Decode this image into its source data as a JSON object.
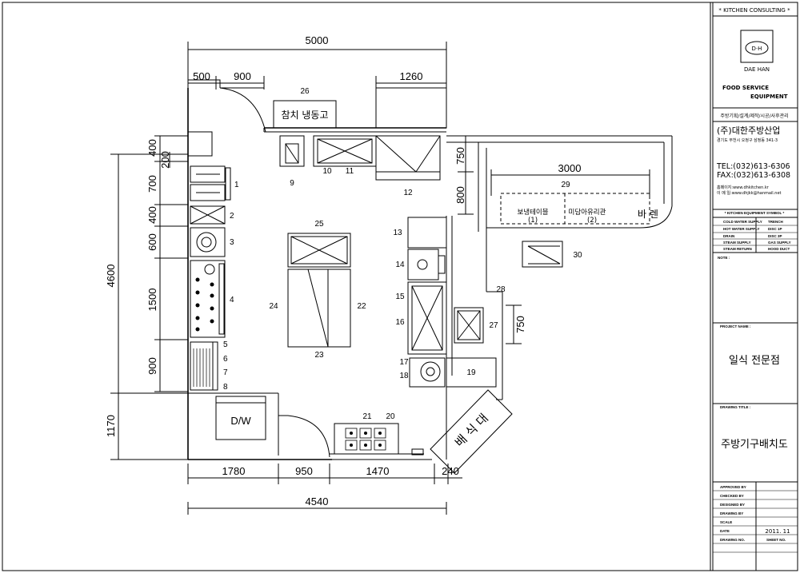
{
  "title_block": {
    "header": "* KITCHEN CONSULTING *",
    "logo_mark": "D·H",
    "logo_name": "DAE HAN",
    "fse_line1": "FOOD SERVICE",
    "fse_line2": "EQUIPMENT",
    "services": "주방기획/설계/제작/시공/사후관리",
    "company": "(주)대한주방산업",
    "address": "경기도 부천시 오정구 삼정동 341-3",
    "tel": "TEL:(032)613-6306",
    "fax": "FAX:(032)613-6308",
    "homepage": "홈페이지:www.dhkitchen.kr",
    "email": "이 메 일:www.dhjkk@hanmail.net",
    "legend_title": "* KITCHEN EQUIPMENT SYMBOL *",
    "legend": [
      {
        "label": "COLD WATER SUPPLY",
        "label2": "TRENCH"
      },
      {
        "label": "HOT WATER SUPPLY",
        "label2": "DISC 1P"
      },
      {
        "label": "DRAIN",
        "label2": "DISC 3P"
      },
      {
        "label": "STEAM SUPPLY",
        "label2": "GAS SUPPLY"
      },
      {
        "label": "STEAM RETURN",
        "label2": "HOOD DUCT"
      }
    ],
    "notes_label": "NOTE :",
    "project_label": "PROJECT NAME :",
    "project_name": "일식 전문점",
    "drawing_label": "DRAWING TITLE :",
    "drawing_title": "주방기구배치도",
    "approved": "APPROVED BY",
    "checked": "CHECKED BY",
    "designed": "DESIGNED BY",
    "drawn": "DRAWING BY",
    "scale": "SCALE",
    "date_label": "DATE",
    "date_value": "2011. 11",
    "drawing_no": "DRAWING NO.",
    "sheet_no": "SHEET NO."
  },
  "dimensions": {
    "top_total": "5000",
    "top_500": "500",
    "top_900": "900",
    "top_1260": "1260",
    "right_750": "750",
    "right_800": "800",
    "bar_3000": "3000",
    "left_4600": "4600",
    "left_400": "400",
    "left_200": "200",
    "left_700": "700",
    "left_400b": "400",
    "left_600": "600",
    "left_1500": "1500",
    "left_900": "900",
    "left_1170": "1170",
    "bottom_1780": "1780",
    "bottom_950": "950",
    "bottom_1470": "1470",
    "bottom_240": "240",
    "bottom_total": "4540",
    "side_750": "750"
  },
  "rooms": {
    "freezer": "참치 냉동고",
    "dw": "D/W",
    "bar_label": "바 렌",
    "bar_table1": "보냉테이블",
    "bar_table1_no": "(1)",
    "bar_table2": "미담아유리관",
    "bar_table2_no": "(2)",
    "serving": "배 식 대"
  },
  "item_numbers": [
    "1",
    "2",
    "3",
    "4",
    "5",
    "6",
    "7",
    "8",
    "9",
    "10",
    "11",
    "12",
    "13",
    "14",
    "15",
    "16",
    "17",
    "18",
    "19",
    "20",
    "21",
    "22",
    "23",
    "24",
    "25",
    "26",
    "27",
    "28",
    "29",
    "30"
  ]
}
